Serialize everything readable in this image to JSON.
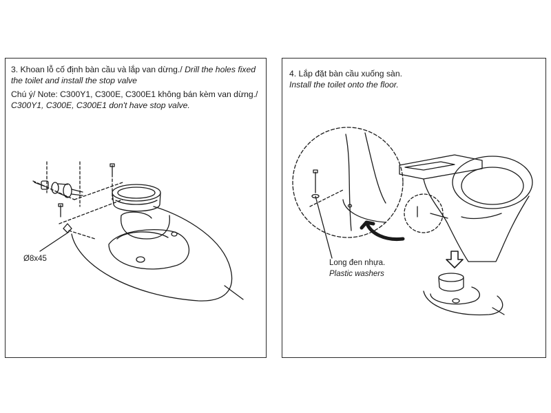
{
  "step3": {
    "line1_regular": "3. Khoan lỗ cố định bàn cầu và lắp van dừng./",
    "line1_italic": "Drill the holes fixed",
    "line2_italic": "the toilet and install the stop valve",
    "line3_regular": "Chú ý/ Note: C300Y1, C300E, C300E1 không bán kèm van dừng./",
    "line4_italic": "C300Y1, C300E, C300E1 don't have stop valve.",
    "drill_label": "Ø8x45"
  },
  "step4": {
    "line1_regular": "4. Lắp đặt bàn cầu xuống sàn.",
    "line2_italic": "Install the toilet onto the floor.",
    "washer_label_vi": "Long đen nhựa.",
    "washer_label_en": "Plastic washers"
  },
  "colors": {
    "ink": "#1a1a1a",
    "border": "#2a2a2a"
  }
}
